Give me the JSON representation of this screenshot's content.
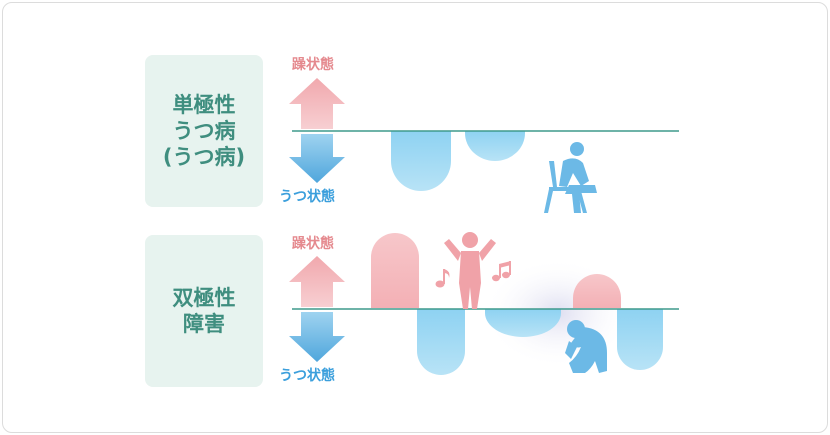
{
  "unipolar": {
    "label_lines": [
      "単極性",
      "うつ病",
      "(うつ病)"
    ],
    "mania_label": "躁状態",
    "depression_label": "うつ状態"
  },
  "bipolar": {
    "label_lines": [
      "双極性",
      "障害"
    ],
    "mania_label": "躁状態",
    "depression_label": "うつ状態"
  },
  "colors": {
    "label_bg": "#e7f3ef",
    "label_text": "#3f8e7f",
    "baseline": "#3f9a8c",
    "mania": "#f3b5b9",
    "mania_text": "#e58a8f",
    "depression": "#a5dcf4",
    "depression_text": "#3b9fdc",
    "figure": "#6cb9e6"
  },
  "icons": [
    "sitting-person-icon",
    "cheering-person-icon",
    "music-note-icon",
    "crouching-person-icon"
  ]
}
